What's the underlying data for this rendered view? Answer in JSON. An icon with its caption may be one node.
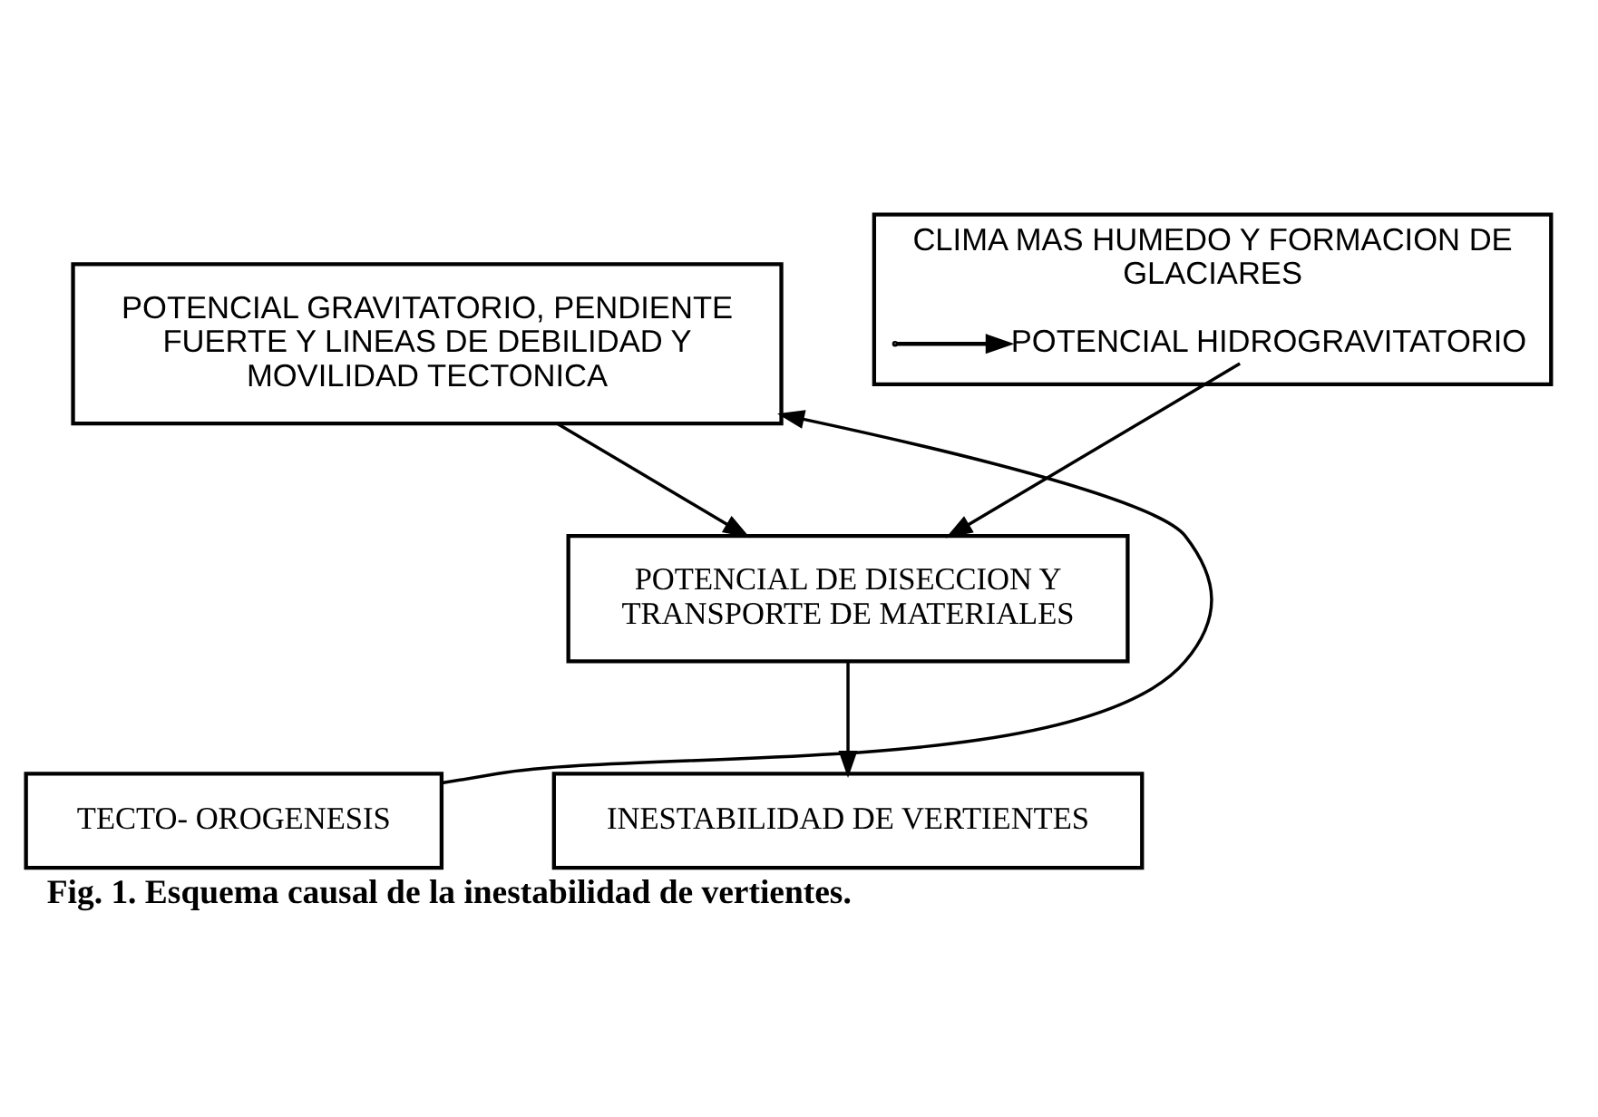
{
  "diagram": {
    "caption": "Fig. 1. Esquema causal de la inestabilidad de vertientes.",
    "nodes": [
      {
        "text": [
          "POTENCIAL GRAVITATORIO, PENDIENTE FUERTE Y LINEAS DE DEBILIDAD Y MOVILIDAD TECTONICA"
        ]
      },
      {
        "text": [
          "CLIMA MAS HUMEDO Y FORMACION DE GLACIARES"
        ]
      },
      {
        "text": [
          "POTENCIAL HIDROGRAVITATORIO"
        ],
        "in": 1
      },
      {
        "text": [
          "POTENCIAL DE DISECCION Y TRANSPORTE DE MATERIALES"
        ]
      },
      {
        "text": [
          "INESTABILIDAD DE VERTIENTES"
        ]
      },
      {
        "text": [
          "TECTO- OROGENESIS"
        ]
      }
    ],
    "edges": [
      {
        "from": 0,
        "to": 3,
        "arrow": "to"
      },
      {
        "from": 2,
        "to": 3,
        "arrow": "to"
      },
      {
        "from": 3,
        "to": 4,
        "arrow": "to"
      },
      {
        "from": 5,
        "to": 0,
        "arrow": "to"
      },
      {
        "from": null,
        "to": 2,
        "arrow": "to"
      }
    ]
  }
}
